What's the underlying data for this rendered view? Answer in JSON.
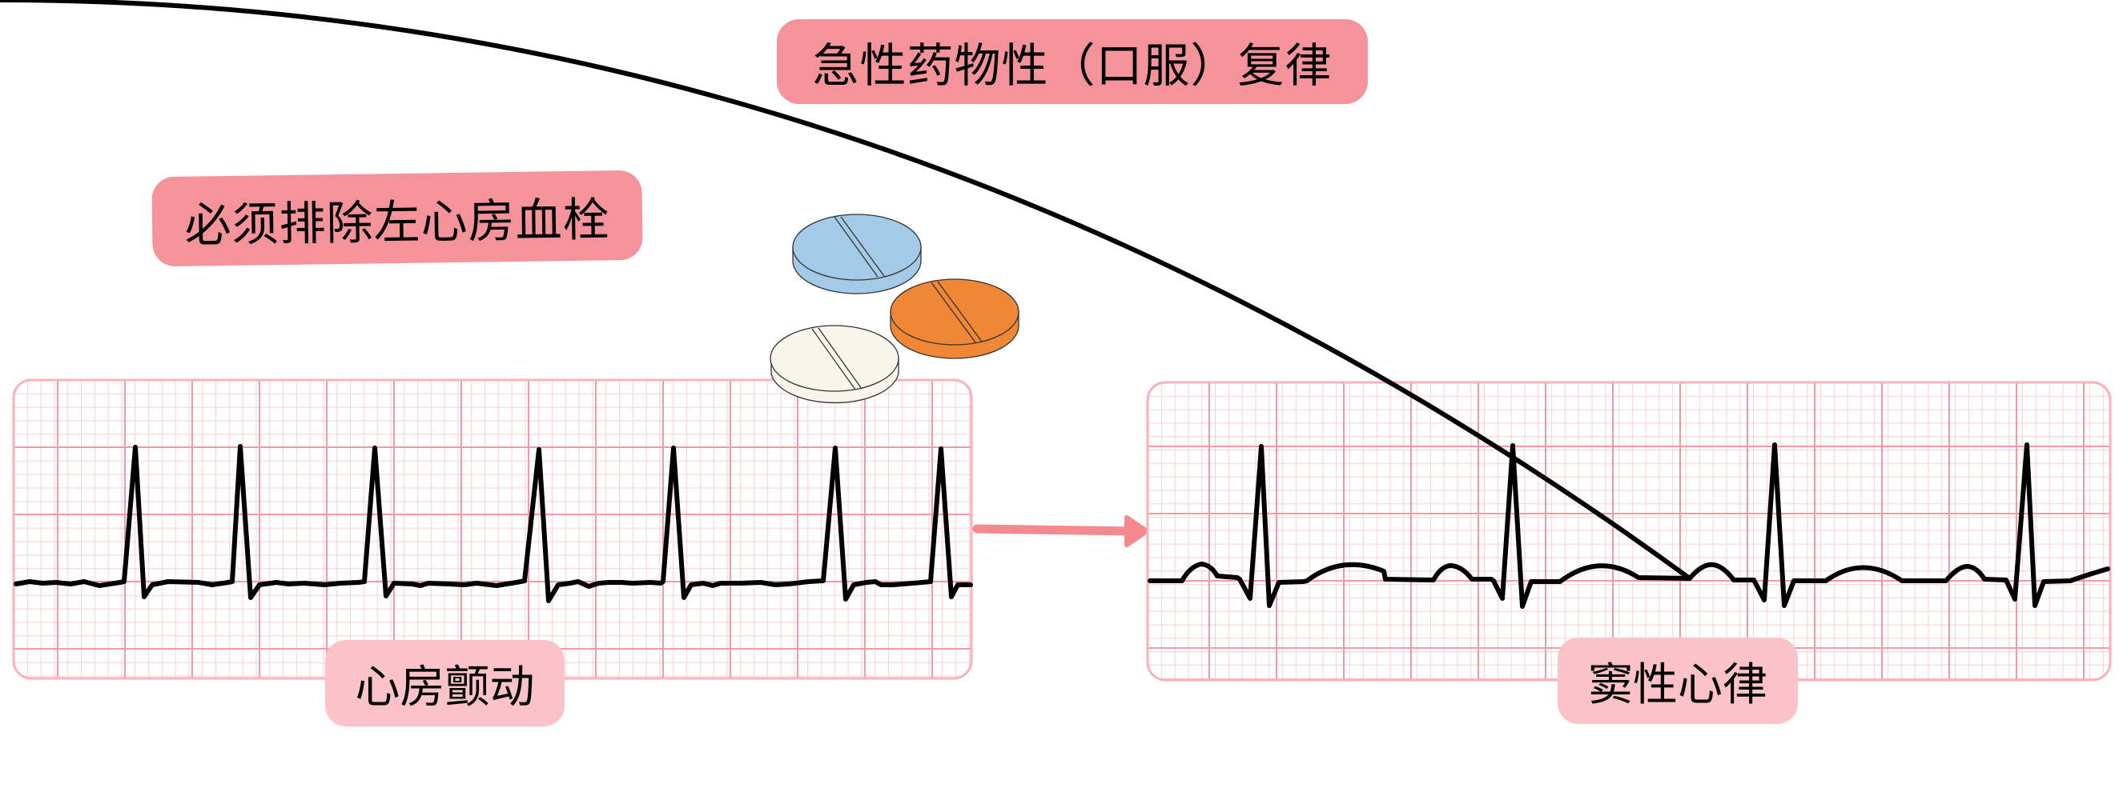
{
  "title": "急性药物性（口服）复律",
  "warning": "必须排除左心房血栓",
  "panels": {
    "before": {
      "label": "心房颤动",
      "rhythm": "atrial-fibrillation"
    },
    "after": {
      "label": "窦性心律",
      "rhythm": "sinus-rhythm"
    }
  },
  "pills": [
    {
      "name": "blue-pill",
      "color": "#a3cae6"
    },
    {
      "name": "orange-pill",
      "color": "#ef8736"
    },
    {
      "name": "white-pill",
      "color": "#f8f6ec"
    }
  ],
  "colors": {
    "badge_strong": "#f4939a",
    "badge_soft": "#fbc3c8",
    "grid_minor": "#fcd3d7",
    "grid_major": "#f59aa2",
    "arrow": "#f4898f",
    "trace": "#000000"
  }
}
